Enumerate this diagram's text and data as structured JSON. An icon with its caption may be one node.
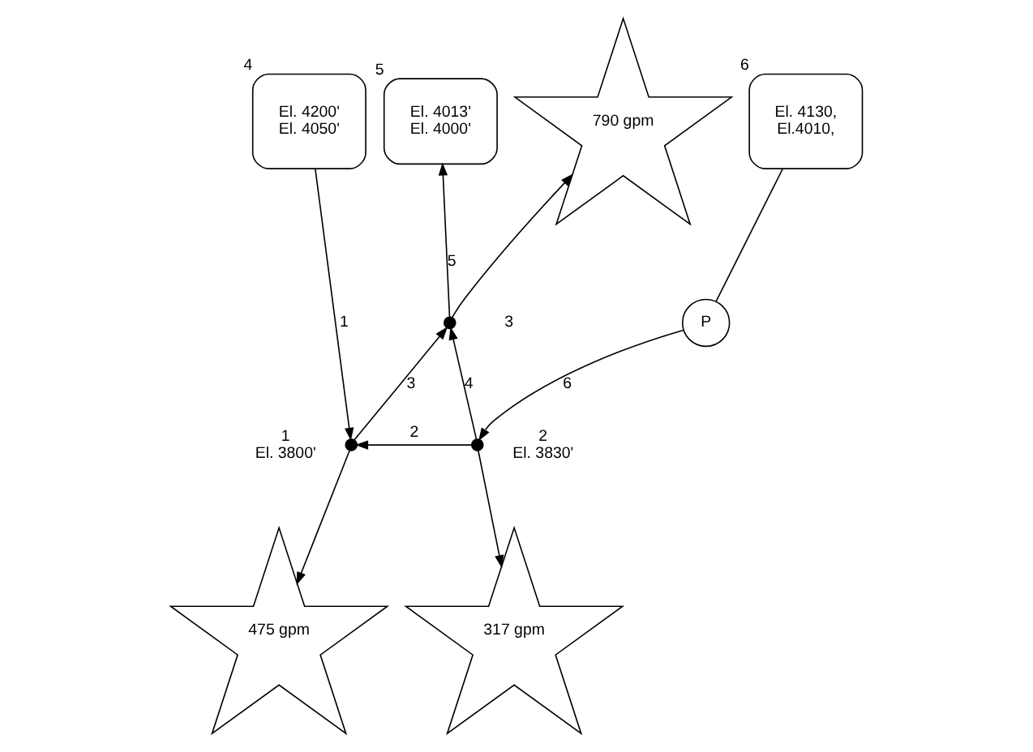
{
  "diagram": {
    "nodes": [
      {
        "text": [
          "El. 4200'",
          "El. 4050'"
        ],
        "beside": [
          "4"
        ]
      },
      {
        "text": [
          "790 gpm"
        ]
      },
      {
        "text": [
          "El. 4013'",
          "El. 4000'"
        ],
        "beside": [
          "5"
        ]
      },
      {
        "text": [
          "El. 4130,",
          "El.4010,"
        ],
        "beside": [
          "6"
        ]
      },
      {
        "text": [
          "P"
        ]
      },
      {
        "text": [],
        "shape": "point",
        "beside": [
          "3"
        ]
      },
      {
        "text": [],
        "shape": "point",
        "beside": [
          "1",
          "El. 3800'"
        ]
      },
      {
        "text": [],
        "shape": "point",
        "beside": [
          "2",
          "El. 3830'"
        ]
      },
      {
        "text": [
          "475 gpm"
        ]
      },
      {
        "text": [
          "317 gpm"
        ]
      }
    ],
    "edges": [
      {
        "from": 0,
        "to": 6,
        "arrow": "to",
        "label": "1"
      },
      {
        "from": 6,
        "to": 5,
        "arrow": "to",
        "label": "3"
      },
      {
        "from": 5,
        "to": 1,
        "arrow": "to"
      },
      {
        "from": 5,
        "to": 2,
        "arrow": "to",
        "label": "5"
      },
      {
        "from": 7,
        "to": 5,
        "arrow": "to",
        "label": "4"
      },
      {
        "from": 7,
        "to": 6,
        "arrow": "to",
        "label": "2"
      },
      {
        "from": 3,
        "to": 4,
        "arrow": "none"
      },
      {
        "from": 4,
        "to": 7,
        "arrow": "to",
        "label": "6"
      },
      {
        "from": 6,
        "to": 8,
        "arrow": "to"
      },
      {
        "from": 7,
        "to": 9,
        "arrow": "to"
      }
    ]
  }
}
